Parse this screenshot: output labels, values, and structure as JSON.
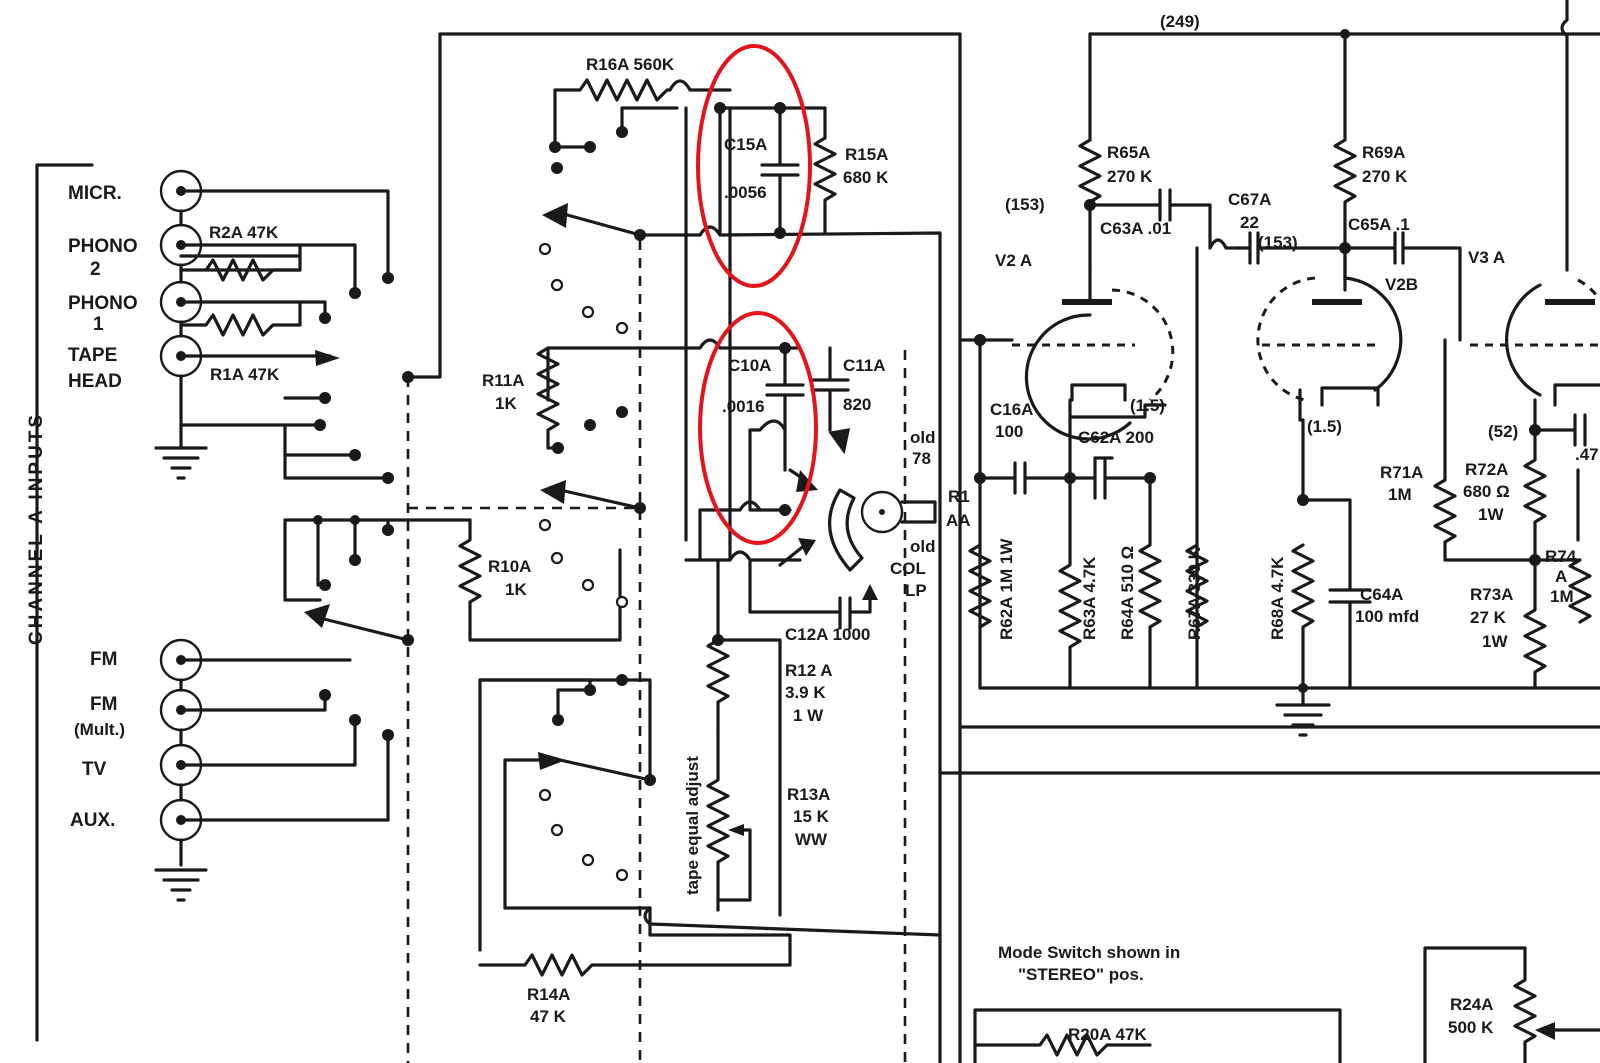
{
  "highlight_color": "#e3141b",
  "ink_color": "#1a1a1a",
  "side_label": "CHANNEL A INPUTS",
  "inputs": [
    "MICR.",
    "PHONO",
    "2",
    "PHONO",
    "1",
    "TAPE",
    "HEAD",
    "FM",
    "FM",
    "(Mult.)",
    "TV",
    "AUX."
  ],
  "labels": {
    "r2a": "R2A 47K",
    "r1a": "R1A 47K",
    "r16a": "R16A 560K",
    "c15a": "C15A",
    "c15a_val": ".0056",
    "r15a": "R15A",
    "r15a_val": "680 K",
    "c10a": "C10A",
    "c10a_val": ".0016",
    "c11a": "C11A",
    "c11a_val": "820",
    "r11a": "R11A",
    "r11a_val": "1K",
    "r10a": "R10A",
    "r10a_val": "1K",
    "c12a": "C12A 1000",
    "r12a": "R12 A",
    "r12a_val": "3.9 K",
    "r12a_w": "1 W",
    "r13a": "R13A",
    "r13a_val": "15 K",
    "r13a_w": "WW",
    "tape_adj": "tape equal adjust",
    "r14a": "R14A",
    "r14a_val": "47 K",
    "old78a": "old",
    "old78b": "78",
    "oldcol1": "old",
    "oldcol2": "COL",
    "oldcol3": "LP",
    "r1aa1": "R1",
    "r1aa2": "AA",
    "v249": "(249)",
    "r65a": "R65A",
    "r65a_val": "270 K",
    "v153a": "(153)",
    "c63a": "C63A .01",
    "c67a": "C67A",
    "c67a_val": "22",
    "v153b": "(153)",
    "r69a": "R69A",
    "r69a_val": "270 K",
    "c65a": "C65A .1",
    "v2a": "V2 A",
    "v2b": "V2B",
    "v3a": "V3 A",
    "c16a": "C16A",
    "c16a_val": "100",
    "c62a": "C62A 200",
    "v15a": "(1.5)",
    "v15b": "(1.5)",
    "r62a": "R62A 1M 1W",
    "r63a": "R63A 4.7K",
    "r64a": "R64A 510 Ω",
    "r67a": "R67A 330 K",
    "r68a": "R68A 4.7K",
    "c64a": "C64A",
    "c64a_val": "100 mfd",
    "r71a": "R71A",
    "r71a_val": "1M",
    "v52": "(52)",
    "r72a": "R72A",
    "r72a_val": "680 Ω",
    "r72a_w": "1W",
    "r74a1": "R74",
    "r74a2": "A",
    "r74a3": "1M",
    "r73a": "R73A",
    "r73a_val": "27 K",
    "r73a_w": "1W",
    "c47": ".47",
    "mode1": "Mode Switch shown in",
    "mode2": "\"STEREO\" pos.",
    "r20a": "R20A 47K",
    "r24a": "R24A",
    "r24a_val": "500 K"
  }
}
